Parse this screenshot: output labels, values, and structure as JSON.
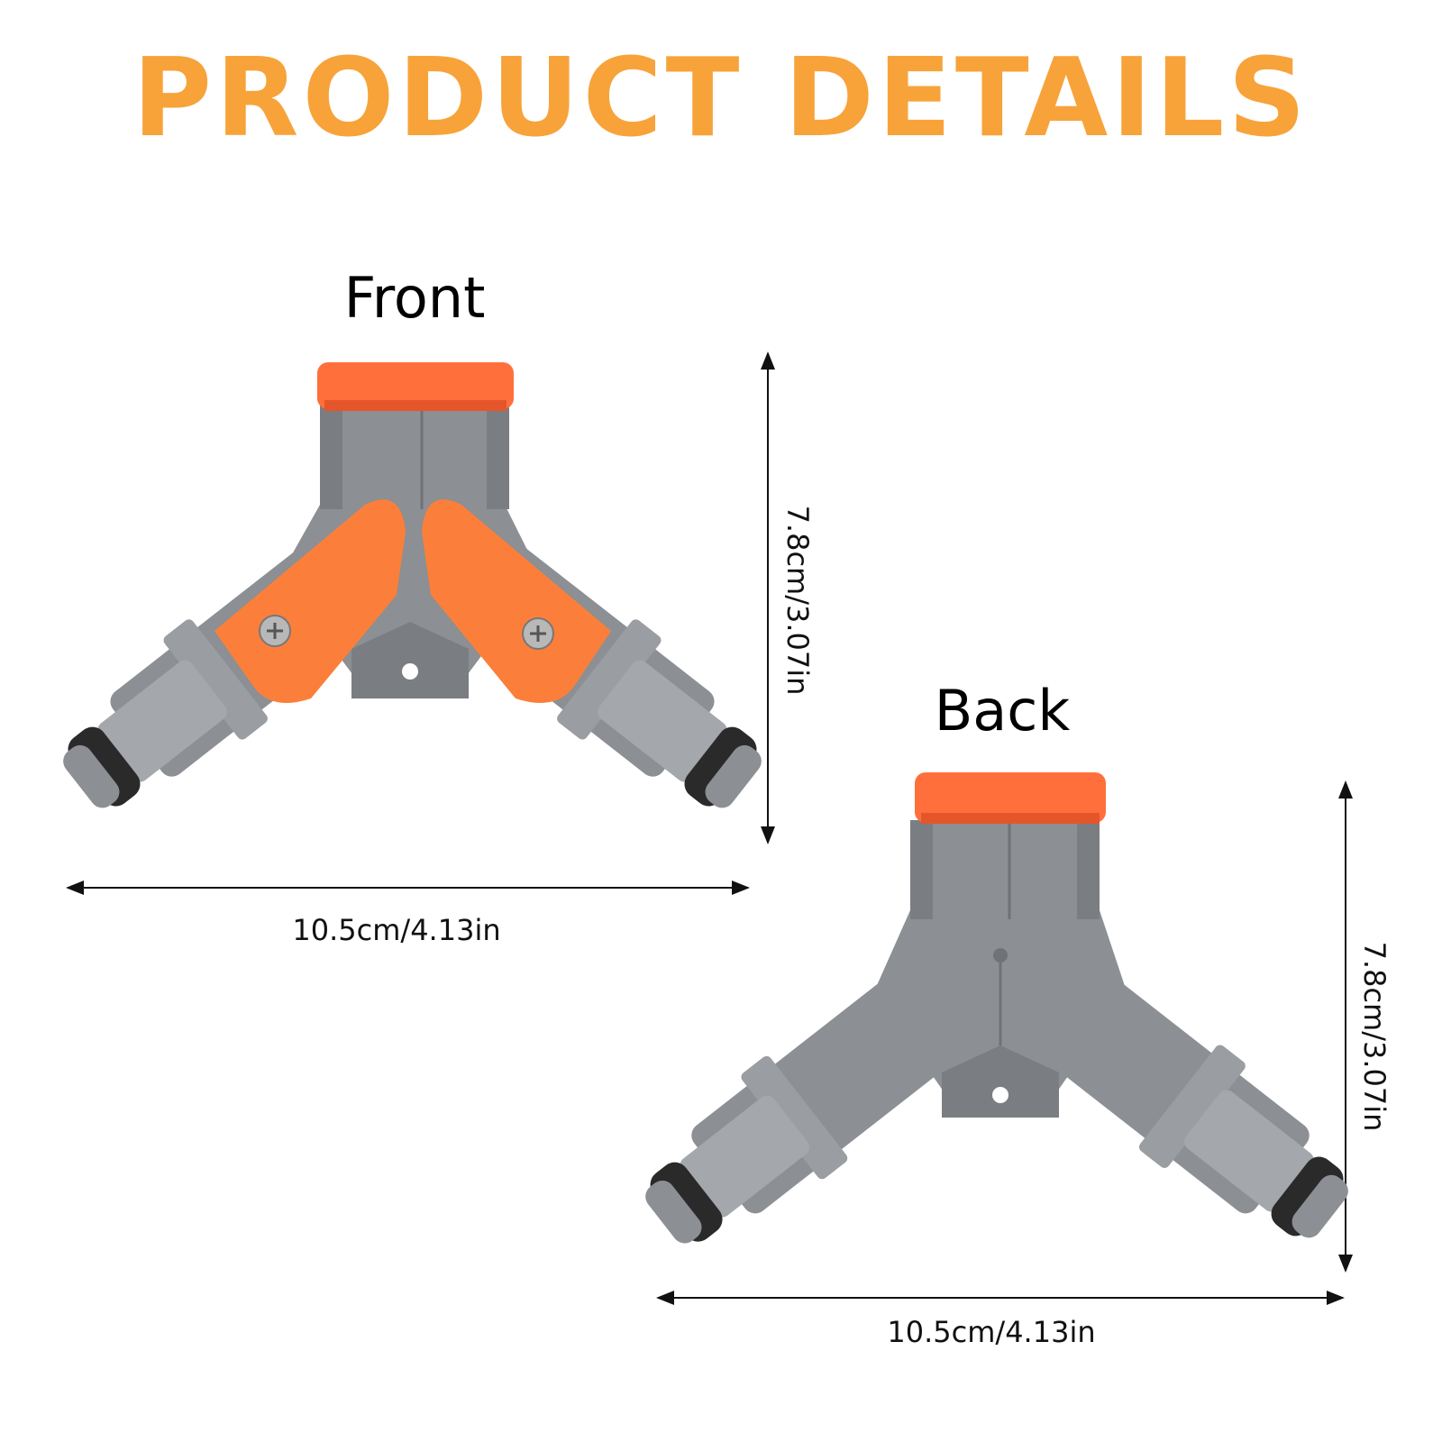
{
  "title": "PRODUCT DETAILS",
  "colors": {
    "title": "#f7a33a",
    "accent_orange": "#fb7f3a",
    "cap_orange": "#ff6f3c",
    "body_gray": "#8c8f93",
    "body_gray_dark": "#6f7276",
    "body_gray_light": "#a4a7ab",
    "seal_black": "#2a2a2a"
  },
  "icons": [
    "front-connector-illustration",
    "back-connector-illustration",
    "screw-icon"
  ],
  "front": {
    "label": "Front",
    "width_dim": "10.5cm/4.13in",
    "height_dim": "7.8cm/3.07in"
  },
  "back": {
    "label": "Back",
    "width_dim": "10.5cm/4.13in",
    "height_dim": "7.8cm/3.07in"
  }
}
